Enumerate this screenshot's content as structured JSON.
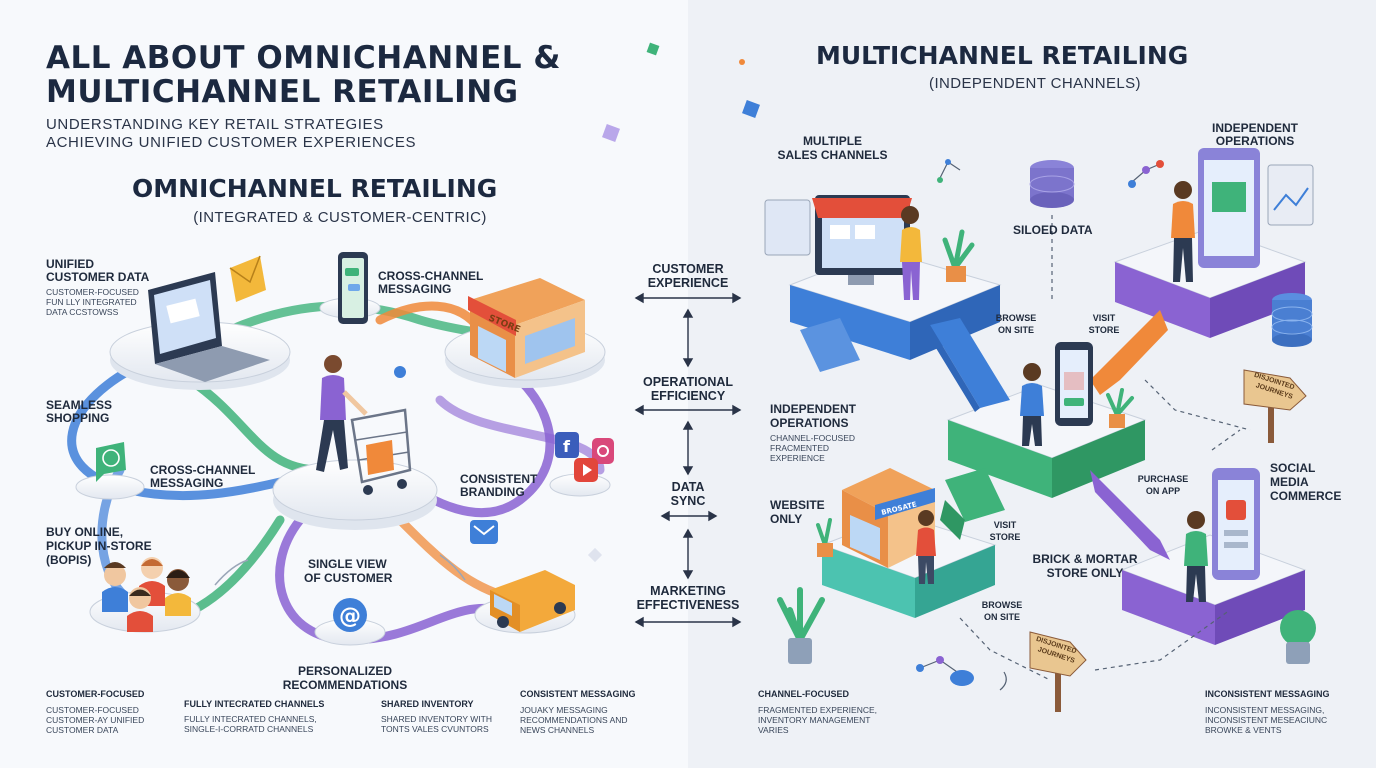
{
  "header": {
    "title_line1": "ALL ABOUT OMNICHANNEL &",
    "title_line2": "MULTICHANNEL RETAILING",
    "subtitle_line1": "UNDERSTANDING KEY RETAIL STRATEGIES",
    "subtitle_line2": "ACHIEVING UNIFIED CUSTOMER EXPERIENCES"
  },
  "omni": {
    "title": "OMNICHANNEL RETAILING",
    "subtitle": "(INTEGRATED & CUSTOMER-CENTRIC)",
    "unified_l1": "UNIFIED",
    "unified_l2": "CUSTOMER DATA",
    "unified_sm_l1": "CUSTOMER-FOCUSED",
    "unified_sm_l2": "FUN LLY INTEGRATED",
    "unified_sm_l3": "DATA CCSTOWSS",
    "seamless_l1": "SEAMLESS",
    "seamless_l2": "SHOPPING",
    "cross1_l1": "CROSS-CHANNEL",
    "cross1_l2": "MESSAGING",
    "cross2_l1": "CROSS-CHANNEL",
    "cross2_l2": "MESSAGING",
    "consistent_l1": "CONSISTENT",
    "consistent_l2": "BRANDING",
    "bopis_l1": "BUY ONLINE,",
    "bopis_l2": "PICKUP IN-STORE",
    "bopis_l3": "(BOPIS)",
    "single_l1": "SINGLE VIEW",
    "single_l2": "OF CUSTOMER",
    "personal_l1": "PERSONALIZED",
    "personal_l2": "RECOMMENDATIONS",
    "store_sign": "STORE",
    "footer": [
      {
        "title": "CUSTOMER-FOCUSED",
        "l1": "CUSTOMER-FOCUSED",
        "l2": "CUSTOMER-AY UNIFIED",
        "l3": "CUSTOMER DATA"
      },
      {
        "title": "FULLY INTECRATED CHANNELS",
        "l1": "FULLY INTECRATED CHANNELS,",
        "l2": "SINGLE-I-CORRATD CHANNELS",
        "l3": ""
      },
      {
        "title": "SHARED INVENTORY",
        "l1": "SHARED INVENTORY WITH",
        "l2": "TONTS VALES CVUNTORS",
        "l3": ""
      },
      {
        "title": "CONSISTENT MESSAGING",
        "l1": "JOUAKY MESSAGING",
        "l2": "RECOMMENDATIONS AND",
        "l3": "NEWS CHANNELS"
      }
    ]
  },
  "middle": {
    "cx_l1": "CUSTOMER",
    "cx_l2": "EXPERIENCE",
    "oe_l1": "OPERATIONAL",
    "oe_l2": "EFFICIENCY",
    "ds_l1": "DATA",
    "ds_l2": "SYNC",
    "me_l1": "MARKETING",
    "me_l2": "EFFECTIVENESS"
  },
  "multi": {
    "title": "MULTICHANNEL RETAILING",
    "subtitle": "(INDEPENDENT CHANNELS)",
    "multiple_l1": "MULTIPLE",
    "multiple_l2": "SALES CHANNELS",
    "siloed": "SILOED DATA",
    "indep_top_l1": "INDEPENDENT",
    "indep_top_l2": "OPERATIONS",
    "browse1_l1": "BROWSE",
    "browse1_l2": "ON SITE",
    "visit1_l1": "VISIT",
    "visit1_l2": "STORE",
    "indep_l1": "INDEPENDENT",
    "indep_l2": "OPERATIONS",
    "indep_sm_l1": "CHANNEL-FOCUSED",
    "indep_sm_l2": "FRACMENTED",
    "indep_sm_l3": "EXPERIENCE",
    "website_l1": "WEBSITE",
    "website_l2": "ONLY",
    "visit2_l1": "VISIT",
    "visit2_l2": "STORE",
    "purchase_l1": "PURCHASE",
    "purchase_l2": "ON APP",
    "social_l1": "SOCIAL",
    "social_l2": "MEDIA",
    "social_l3": "COMMERCE",
    "brick_l1": "BRICK & MORTAR",
    "brick_l2": "STORE ONLY",
    "browse2_l1": "BROWSE",
    "browse2_l2": "ON SITE",
    "sign1_l1": "DISJOINTED",
    "sign1_l2": "JOURNEYS",
    "sign2_l1": "DISJOINTED",
    "sign2_l2": "JOURNEYS",
    "store_sign": "BROSATE",
    "footer_left_title": "CHANNEL-FOCUSED",
    "footer_left_l1": "FRAGMENTED EXPERIENCE,",
    "footer_left_l2": "INVENTORY MANAGEMENT",
    "footer_left_l3": "VARIES",
    "footer_right_title": "INCONSISTENT MESSAGING",
    "footer_right_l1": "INCONSISTENT MESSAGING,",
    "footer_right_l2": "INCONSISTENT MESEACIUNC",
    "footer_right_l3": "BROWKE & VENTS"
  },
  "colors": {
    "blue": "#3e7fd8",
    "green": "#3fb37a",
    "purple": "#8a63d2",
    "orange": "#f0893a",
    "teal": "#4cc3b0",
    "dark": "#1c2940"
  }
}
